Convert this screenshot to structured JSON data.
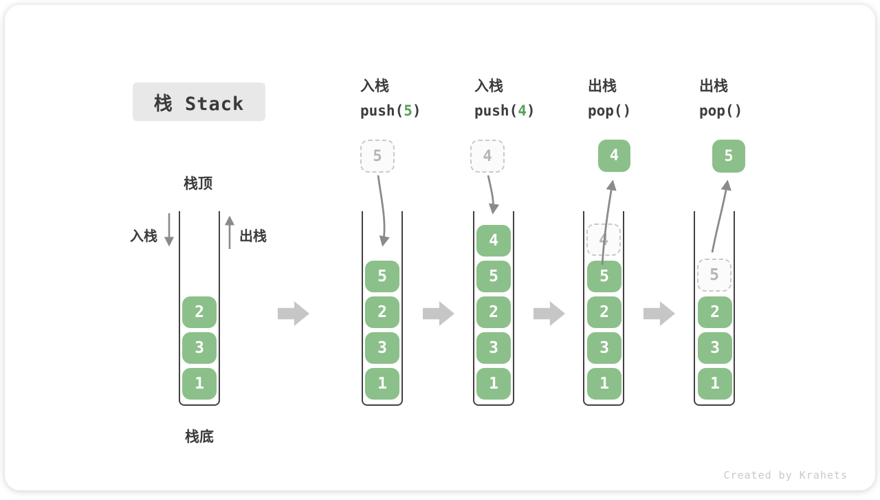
{
  "title": "栈 Stack",
  "watermark": "Created by Krahets",
  "stack_labels": {
    "top": "栈顶",
    "bottom": "栈底",
    "push_side": "入栈",
    "pop_side": "出栈"
  },
  "colors": {
    "cell_green": "#8cc08a",
    "code_accent_green": "#55a055",
    "container_stroke": "#414141",
    "curve_arrow_gray": "#8a8a8a",
    "block_arrow_gray": "#c6c6c6",
    "ghost_border_gray": "#c9c9c9",
    "title_badge_bg": "#e8e8e8",
    "watermark_gray": "#c9c9c9"
  },
  "stages": [
    {
      "name": "initial-stack",
      "cells": [
        "2",
        "3",
        "1"
      ]
    },
    {
      "name": "push-5",
      "op": "入栈",
      "code_pre": "push(",
      "code_arg": "5",
      "code_post": ")",
      "moving_value": "5",
      "cells": [
        "5",
        "2",
        "3",
        "1"
      ]
    },
    {
      "name": "push-4",
      "op": "入栈",
      "code_pre": "push(",
      "code_arg": "4",
      "code_post": ")",
      "moving_value": "4",
      "cells": [
        "4",
        "5",
        "2",
        "3",
        "1"
      ]
    },
    {
      "name": "pop-4",
      "op": "出栈",
      "code_pre": "pop()",
      "code_arg": "",
      "code_post": "",
      "moving_value": "4",
      "ghost_value": "4",
      "cells": [
        "5",
        "2",
        "3",
        "1"
      ]
    },
    {
      "name": "pop-5",
      "op": "出栈",
      "code_pre": "pop()",
      "code_arg": "",
      "code_post": "",
      "moving_value": "5",
      "ghost_value": "5",
      "cells": [
        "2",
        "3",
        "1"
      ]
    }
  ]
}
